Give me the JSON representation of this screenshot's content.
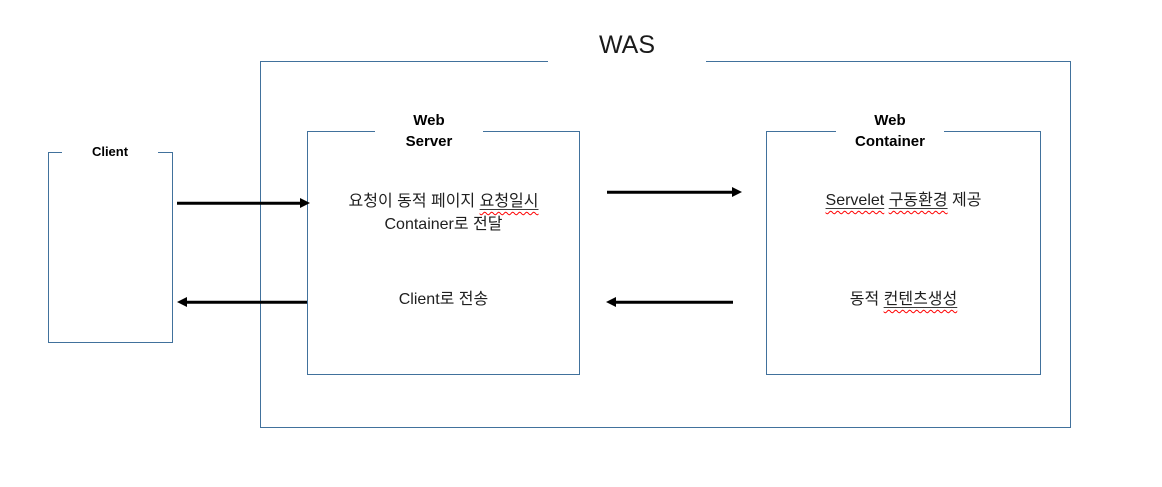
{
  "was": {
    "title": "WAS"
  },
  "client": {
    "label": "Client"
  },
  "web_server": {
    "title_line1": "Web",
    "title_line2": "Server",
    "request_text": {
      "line1_prefix": "요청이 동적 페이지 ",
      "line1_misspelled": "요청일시",
      "line2": "Container로 전달"
    },
    "send_text": "Client로 전송"
  },
  "web_container": {
    "title_line1": "Web",
    "title_line2": "Container",
    "provide_text": {
      "misspelled1": "Servelet",
      "separator": " ",
      "misspelled2": "구동환경",
      "suffix": " 제공"
    },
    "generate_text": {
      "prefix": "동적 ",
      "misspelled": "컨텐츠생성"
    }
  },
  "colors": {
    "box_border": "#41719C",
    "arrow": "#000000",
    "misspell_squiggle": "#FF0000",
    "misspell_underline": "#3c3c3c",
    "text": "#1f1f1f"
  }
}
